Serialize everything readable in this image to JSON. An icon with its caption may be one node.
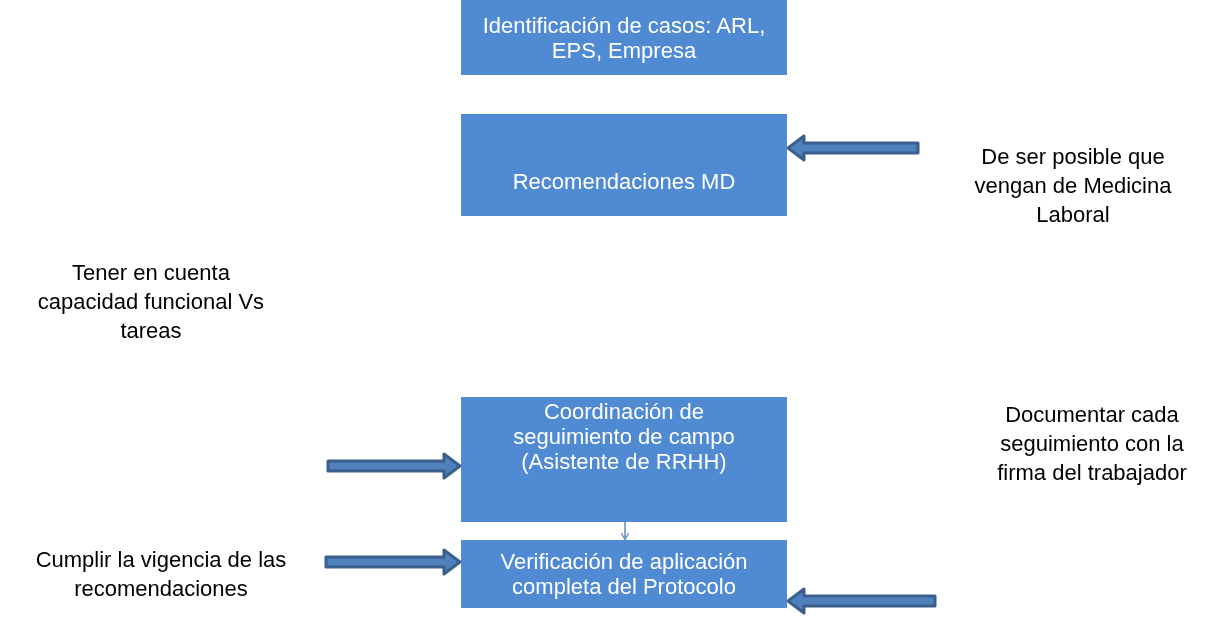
{
  "diagram": {
    "nodes": [
      {
        "text": [
          "Identificación de casos: ARL, EPS, Empresa"
        ]
      },
      {
        "text": [
          "Recomendaciones MD"
        ]
      },
      {
        "text": [
          "De ser posible que vengan de Medicina Laboral"
        ]
      },
      {
        "text": [
          "Tener en cuenta capacidad funcional Vs tareas"
        ]
      },
      {
        "text": [
          "Coordinación de seguimiento de campo (Asistente de RRHH)"
        ]
      },
      {
        "text": [
          "Documentar cada seguimiento con la firma del trabajador"
        ]
      },
      {
        "text": [
          "Verificación de aplicación completa del Protocolo"
        ]
      },
      {
        "text": [
          "Cumplir la vigencia de las recomendaciones"
        ]
      }
    ],
    "edges": [
      {
        "from": 2,
        "to": 1,
        "arrow": "to",
        "style": "thick"
      },
      {
        "from": null,
        "to": 4,
        "arrow": "to",
        "style": "thick"
      },
      {
        "from": 4,
        "to": 6,
        "arrow": "to"
      },
      {
        "from": 7,
        "to": 6,
        "arrow": "to",
        "style": "thick"
      },
      {
        "from": null,
        "to": 6,
        "arrow": "to",
        "style": "thick"
      }
    ]
  }
}
